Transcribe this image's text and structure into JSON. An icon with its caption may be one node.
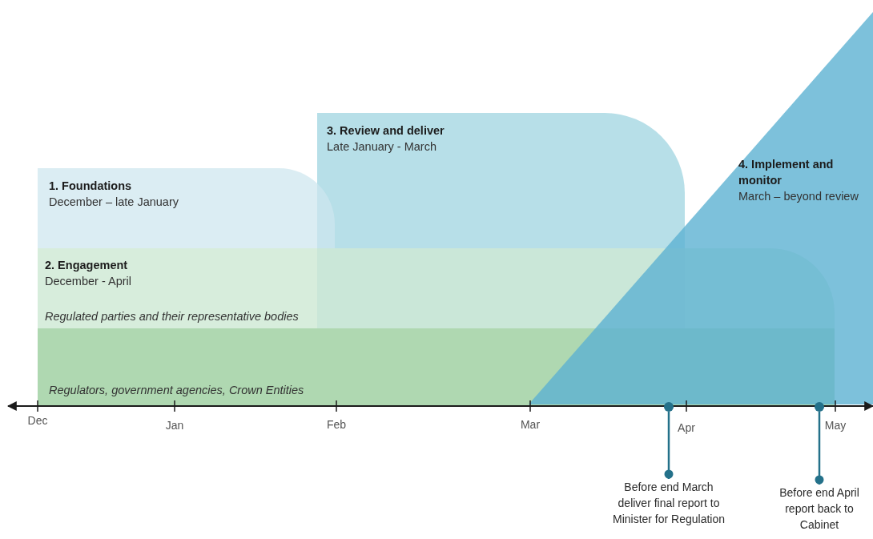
{
  "diagram": {
    "nodes": [
      {
        "text": [
          "1. Foundations",
          "December – late January"
        ]
      },
      {
        "text": [
          "3. Review and deliver",
          "Late January - March"
        ]
      },
      {
        "text": [
          "4. Implement and monitor",
          "March – beyond review"
        ]
      },
      {
        "text": [
          "2. Engagement",
          "December - April",
          "Regulated parties and their representative bodies"
        ]
      },
      {
        "text": [
          "Regulators, government agencies, Crown Entities"
        ],
        "in": 3
      },
      {
        "text": [],
        "shape": "circle"
      },
      {
        "text": [
          "Before end March deliver final report to Minister for Regulation"
        ]
      },
      {
        "text": [],
        "shape": "circle"
      },
      {
        "text": [
          "Before end April report back to Cabinet"
        ]
      }
    ],
    "edges": [
      {
        "from": 6,
        "to": 5,
        "arrow": "other",
        "color": "#24718a"
      },
      {
        "from": 8,
        "to": 7,
        "arrow": "other",
        "color": "#24718a"
      }
    ],
    "labels": [
      "Dec",
      "Jan",
      "Feb",
      "Mar",
      "Apr",
      "May"
    ]
  }
}
